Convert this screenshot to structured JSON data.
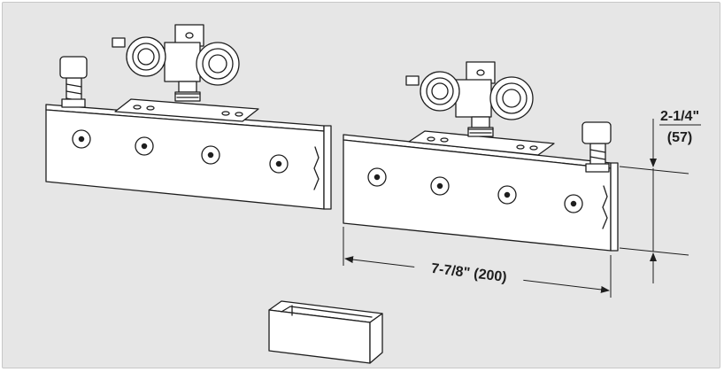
{
  "dimensions": {
    "length": "7-7/8\" (200)",
    "height_inches": "2-1/4\"",
    "height_mm": "(57)"
  },
  "colors": {
    "background": "#e6e6e6",
    "line": "#1e1e1e",
    "fill": "#ffffff",
    "frame": "#c7c7c7"
  }
}
